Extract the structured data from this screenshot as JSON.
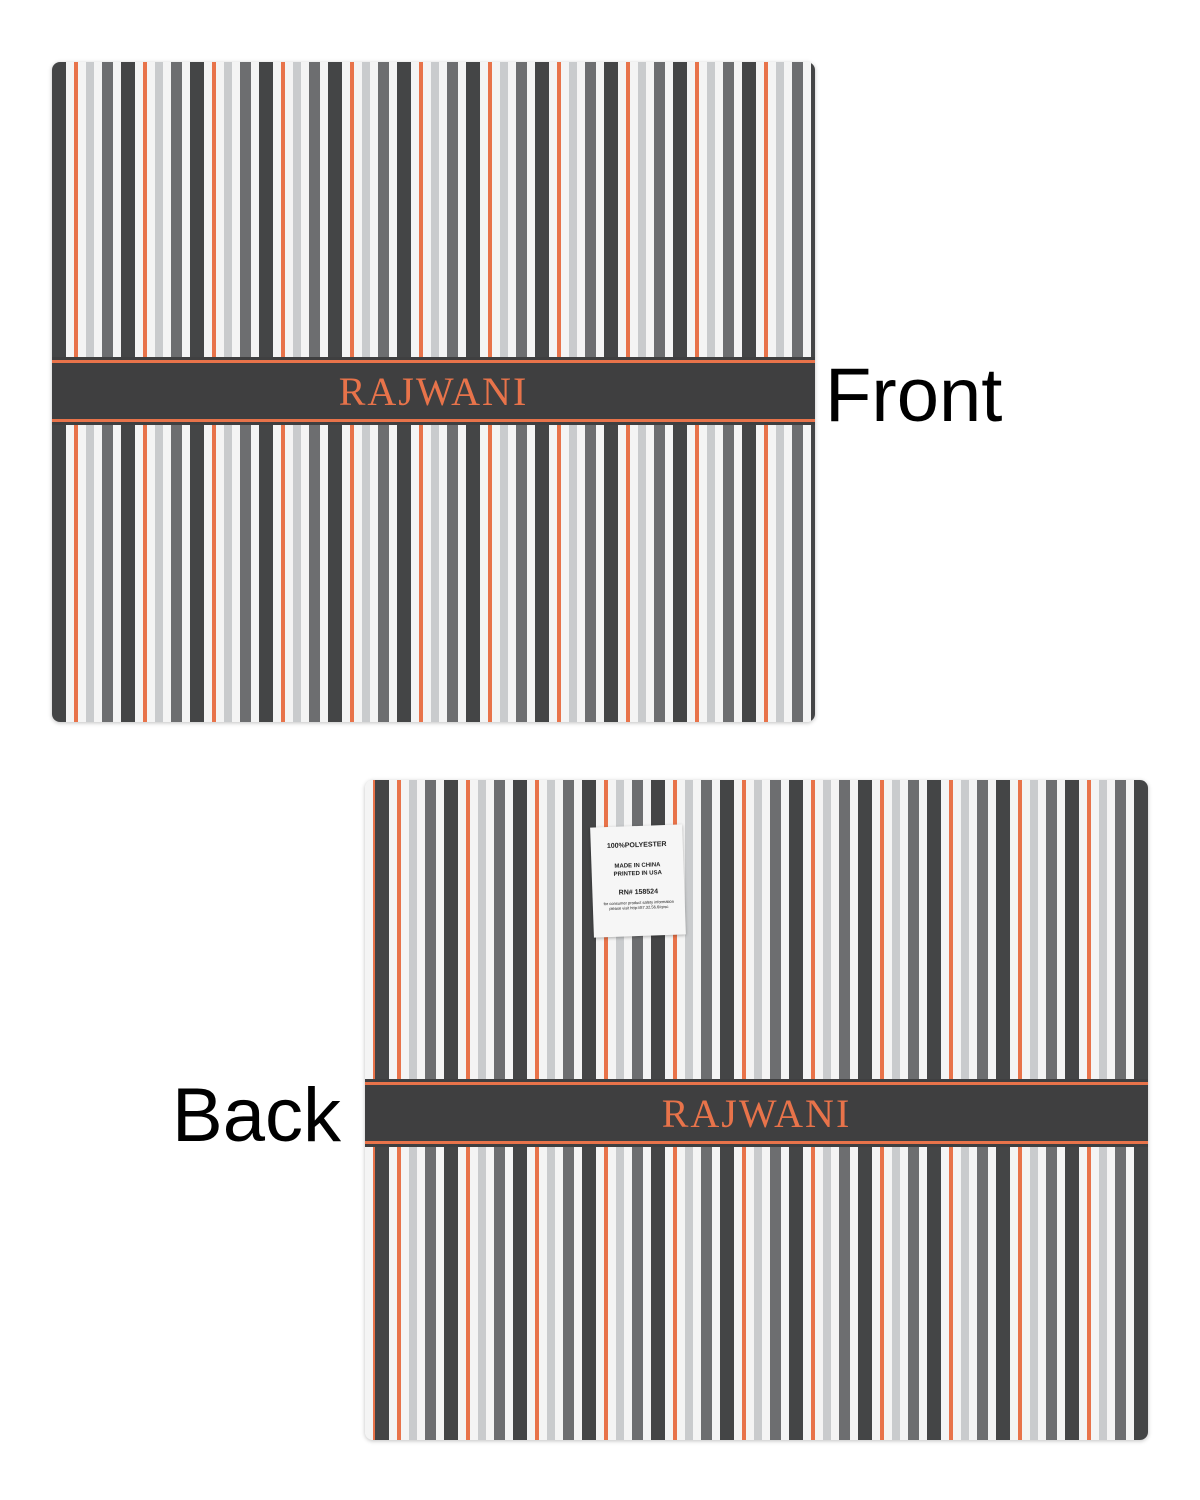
{
  "front": {
    "label": "Front",
    "monogram": "RAJWANI"
  },
  "back": {
    "label": "Back",
    "monogram": "RAJWANI",
    "care_tag": {
      "material": "100%POLYESTER",
      "line1": "MADE IN CHINA",
      "line2": "PRINTED IN USA",
      "rn": "RN# 158524",
      "note1": "for consumer product safety information",
      "note2": "please visit http://87.32.56.6/cpsc"
    }
  },
  "colors": {
    "dark": "#444546",
    "orange": "#e8734a",
    "light_gray": "#c9cbcd",
    "mid_gray": "#6d6e70",
    "white": "#f4f4f4"
  }
}
